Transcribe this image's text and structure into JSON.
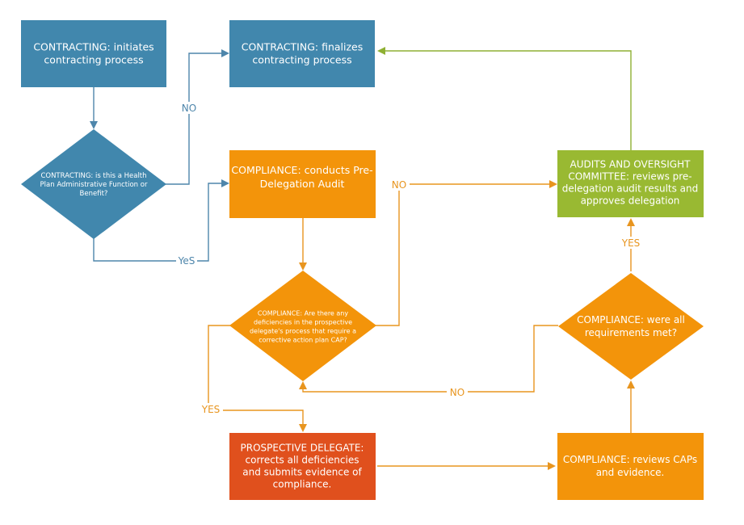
{
  "colors": {
    "blue": "#4187ad",
    "orange": "#f3940a",
    "red": "#e0501d",
    "green": "#99b932",
    "blue_line": "#4e86ab",
    "orange_line": "#e8951f",
    "green_line": "#8fb033"
  },
  "nodes": {
    "contracting_initiates": {
      "lines": [
        "CONTRACTING: initiates",
        "contracting process"
      ]
    },
    "contracting_finalizes": {
      "lines": [
        "CONTRACTING: finalizes",
        "contracting process"
      ]
    },
    "contracting_question": {
      "lines": [
        "CONTRACTING: is this a Health",
        "Plan Administrative Function or",
        "Benefit?"
      ]
    },
    "compliance_audit": {
      "lines": [
        "COMPLIANCE: conducts Pre-",
        "Delegation Audit"
      ]
    },
    "audits_committee": {
      "lines": [
        "AUDITS AND OVERSIGHT",
        "COMMITTEE: reviews pre-",
        "delegation audit results and",
        "approves delegation"
      ]
    },
    "compliance_deficiencies": {
      "lines": [
        "COMPLIANCE: Are there any",
        "deficiencies in the prospective",
        "delegate's process that require a",
        "corrective action plan CAP?"
      ]
    },
    "compliance_requirements": {
      "lines": [
        "COMPLIANCE: were all",
        "requirements met?"
      ]
    },
    "prospective_delegate": {
      "lines": [
        "PROSPECTIVE DELEGATE:",
        "corrects all deficiencies",
        "and submits evidence of",
        "compliance."
      ]
    },
    "compliance_reviews": {
      "lines": [
        "COMPLIANCE: reviews CAPs",
        "and evidence."
      ]
    }
  },
  "edge_labels": {
    "no_to_finalize": "NO",
    "yes_to_audit": "YeS",
    "no_to_committee": "NO",
    "yes_to_committee": "YES",
    "no_back_to_deficiencies": "NO",
    "yes_to_delegate": "YES"
  }
}
